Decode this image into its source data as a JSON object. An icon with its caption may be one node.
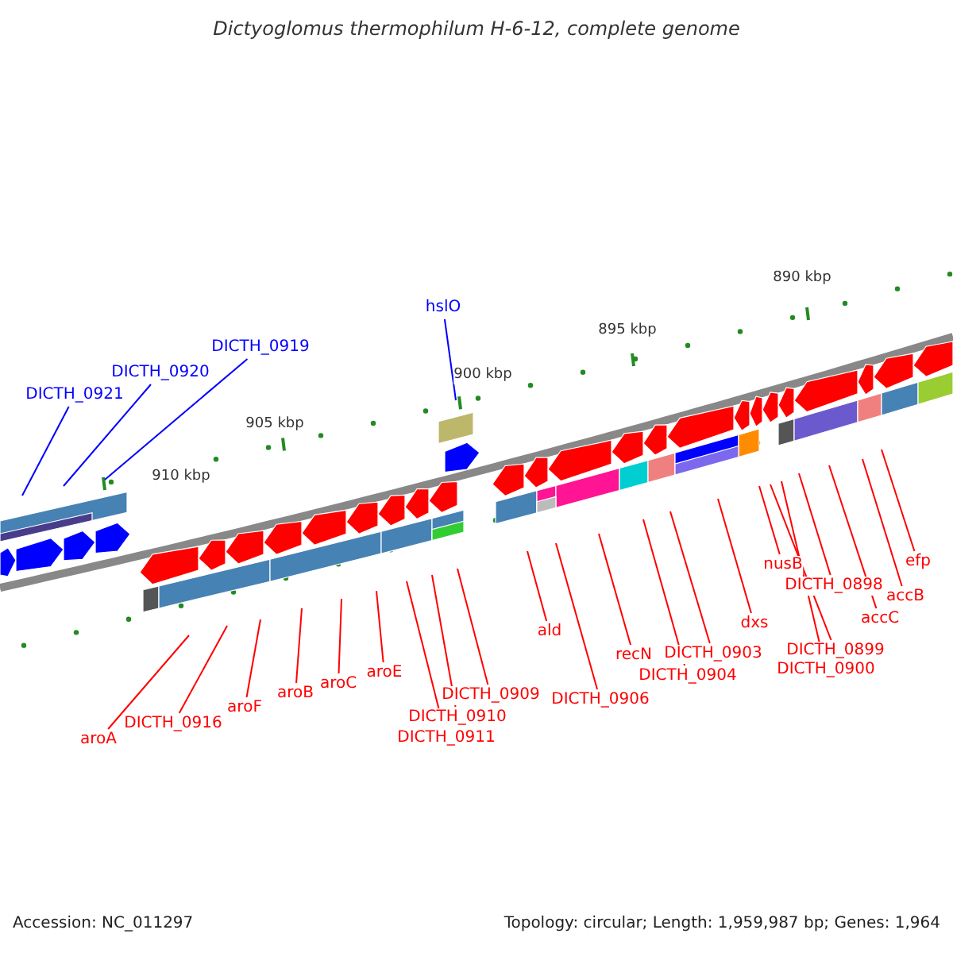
{
  "diagram": {
    "title": "Dictyoglomus thermophilum H-6-12, complete genome",
    "nodes": [
      {
        "text": [
          "DICTH_0921"
        ]
      },
      {
        "text": [
          "DICTH_0920"
        ]
      },
      {
        "text": [
          "DICTH_0919"
        ]
      },
      {
        "text": [
          "hslO"
        ]
      },
      {
        "text": [
          "aroA"
        ]
      },
      {
        "text": [
          "DICTH_0916"
        ]
      },
      {
        "text": [
          "aroF"
        ]
      },
      {
        "text": [
          "aroB"
        ]
      },
      {
        "text": [
          "aroC"
        ]
      },
      {
        "text": [
          "aroE"
        ]
      },
      {
        "text": [
          "DICTH_0909"
        ]
      },
      {
        "text": [
          "DICTH_0910"
        ]
      },
      {
        "text": [
          "DICTH_0911"
        ]
      },
      {
        "text": [
          "ald"
        ]
      },
      {
        "text": [
          "DICTH_0906"
        ]
      },
      {
        "text": [
          "recN"
        ]
      },
      {
        "text": [
          "DICTH_0904"
        ]
      },
      {
        "text": [
          "DICTH_0903"
        ]
      },
      {
        "text": [
          "dxs"
        ]
      },
      {
        "text": [
          "nusB"
        ]
      },
      {
        "text": [
          "DICTH_0898"
        ]
      },
      {
        "text": [
          "DICTH_0899"
        ]
      },
      {
        "text": [
          "DICTH_0900"
        ]
      },
      {
        "text": [
          "accC"
        ]
      },
      {
        "text": [
          "accB"
        ]
      },
      {
        "text": [
          "efp"
        ]
      }
    ],
    "edges": [
      {
        "from": 0,
        "to": null,
        "arrow": "none",
        "color": "#0000ff"
      },
      {
        "from": 1,
        "to": null,
        "arrow": "none",
        "color": "#0000ff"
      },
      {
        "from": 2,
        "to": null,
        "arrow": "none",
        "color": "#0000ff"
      },
      {
        "from": 3,
        "to": null,
        "arrow": "none",
        "color": "#0000ff"
      },
      {
        "from": 4,
        "to": null,
        "arrow": "none"
      },
      {
        "from": 5,
        "to": null,
        "arrow": "none"
      },
      {
        "from": 6,
        "to": null,
        "arrow": "none"
      },
      {
        "from": 7,
        "to": null,
        "arrow": "none"
      },
      {
        "from": 8,
        "to": null,
        "arrow": "none"
      },
      {
        "from": 9,
        "to": null,
        "arrow": "none"
      },
      {
        "from": 10,
        "to": null,
        "arrow": "none"
      },
      {
        "from": 11,
        "to": null,
        "arrow": "none"
      },
      {
        "from": 12,
        "to": null,
        "arrow": "none"
      },
      {
        "from": 13,
        "to": null,
        "arrow": "none"
      },
      {
        "from": 14,
        "to": null,
        "arrow": "none"
      },
      {
        "from": 15,
        "to": null,
        "arrow": "none"
      },
      {
        "from": 16,
        "to": null,
        "arrow": "none"
      },
      {
        "from": 17,
        "to": null,
        "arrow": "none"
      },
      {
        "from": 18,
        "to": null,
        "arrow": "none"
      },
      {
        "from": 19,
        "to": null,
        "arrow": "none"
      },
      {
        "from": 20,
        "to": null,
        "arrow": "none"
      },
      {
        "from": 21,
        "to": null,
        "arrow": "none"
      },
      {
        "from": 22,
        "to": null,
        "arrow": "none"
      },
      {
        "from": 23,
        "to": null,
        "arrow": "none"
      },
      {
        "from": 24,
        "to": null,
        "arrow": "none"
      },
      {
        "from": 25,
        "to": null,
        "arrow": "none"
      }
    ],
    "labels": [
      "890 kbp",
      "895 kbp",
      "900 kbp",
      "905 kbp",
      "910 kbp",
      "Accession: NC_011297",
      "Topology: circular; Length: 1,959,987 bp; Genes: 1,964"
    ]
  }
}
